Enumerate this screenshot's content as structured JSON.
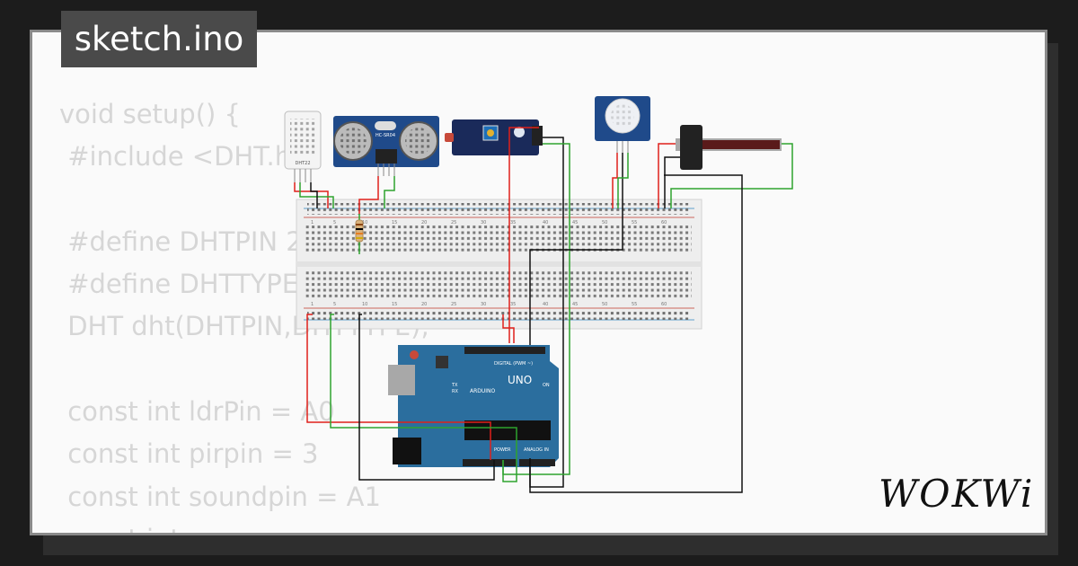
{
  "file": {
    "name": "sketch.ino"
  },
  "code_lines": [
    "void setup() {",
    " #include <DHT.h>",
    "",
    " #define DHTPIN 2",
    " #define DHTTYPE DHT22",
    " DHT dht(DHTPIN,DHTTYPE);",
    "",
    " const int ldrPin = A0",
    " const int pirpin = 3",
    " const int soundpin = A1",
    " const int ... "
  ],
  "components": {
    "dht22": "DHT22",
    "ultrasonic": "HC-SR04",
    "arduino_uno": "UNO",
    "arduino_brand": "ARDUINO",
    "digital_header": "DIGITAL (PWM ~)",
    "power_header": "POWER",
    "analog_header": "ANALOG IN",
    "tx": "TX",
    "rx": "RX",
    "on": "ON"
  },
  "breadboard": {
    "column_numbers": [
      "1",
      "5",
      "10",
      "15",
      "20",
      "25",
      "30",
      "35",
      "40",
      "45",
      "50",
      "55",
      "60"
    ]
  },
  "brand": {
    "logo": "WOKWi"
  },
  "colors": {
    "wire_red": "#e0201b",
    "wire_green": "#2ea32e",
    "wire_black": "#111111",
    "arduino_blue": "#2b6e9e",
    "sensor_blue": "#1f4a8a"
  }
}
